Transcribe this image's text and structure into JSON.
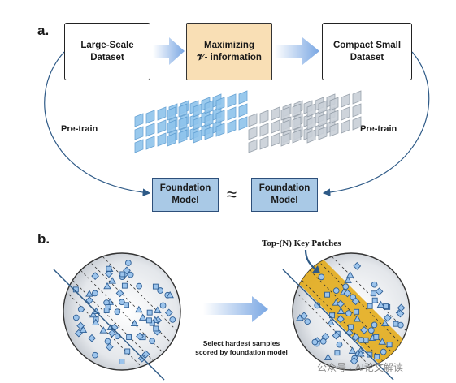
{
  "panel_a": {
    "label": "a.",
    "large_dataset": [
      "Large-Scale",
      "Dataset"
    ],
    "vinfo": [
      "Maximizing",
      "𝒱- information"
    ],
    "compact_dataset": [
      "Compact Small",
      "Dataset"
    ],
    "pretrain_left": "Pre-train",
    "pretrain_right": "Pre-train",
    "fm_left": [
      "Foundation",
      "Model"
    ],
    "fm_right": [
      "Foundation",
      "Model"
    ],
    "approx": "≈"
  },
  "panel_b": {
    "label": "b.",
    "key_patches": "Top-(N) Key Patches",
    "caption": [
      "Select hardest samples",
      "scored by foundation model"
    ],
    "watermark": "公众号 · AI论文解读"
  },
  "colors": {
    "vinfo_fill": "#f9dfb5",
    "fm_fill": "#a9c9e6",
    "arrow_blue": "#7aa7e3",
    "stack_blue": "#8fc4ec",
    "stack_gray": "#c9d0d8",
    "highlight": "#e3ac1c"
  }
}
